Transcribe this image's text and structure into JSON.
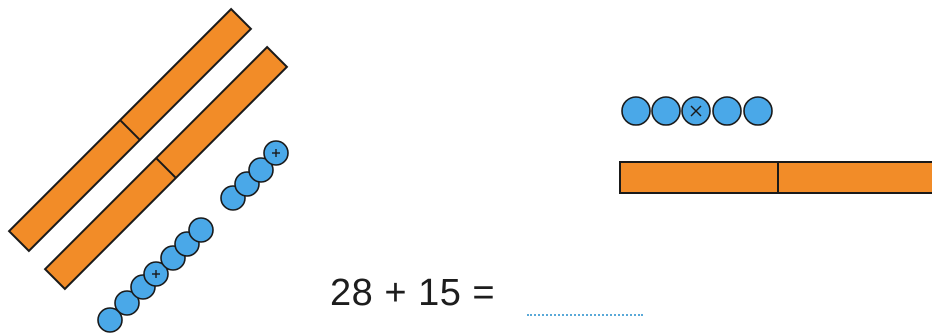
{
  "equation": {
    "text": "28 + 15 =",
    "answer": ""
  },
  "colors": {
    "rod_fill": "#f28c28",
    "rod_stroke": "#1a1a1a",
    "counter_fill": "#4aa8e8",
    "counter_stroke": "#1a1a1a"
  },
  "icons": {
    "plus_counter": "plus-marked-counter",
    "cross_counter": "cross-marked-counter"
  }
}
